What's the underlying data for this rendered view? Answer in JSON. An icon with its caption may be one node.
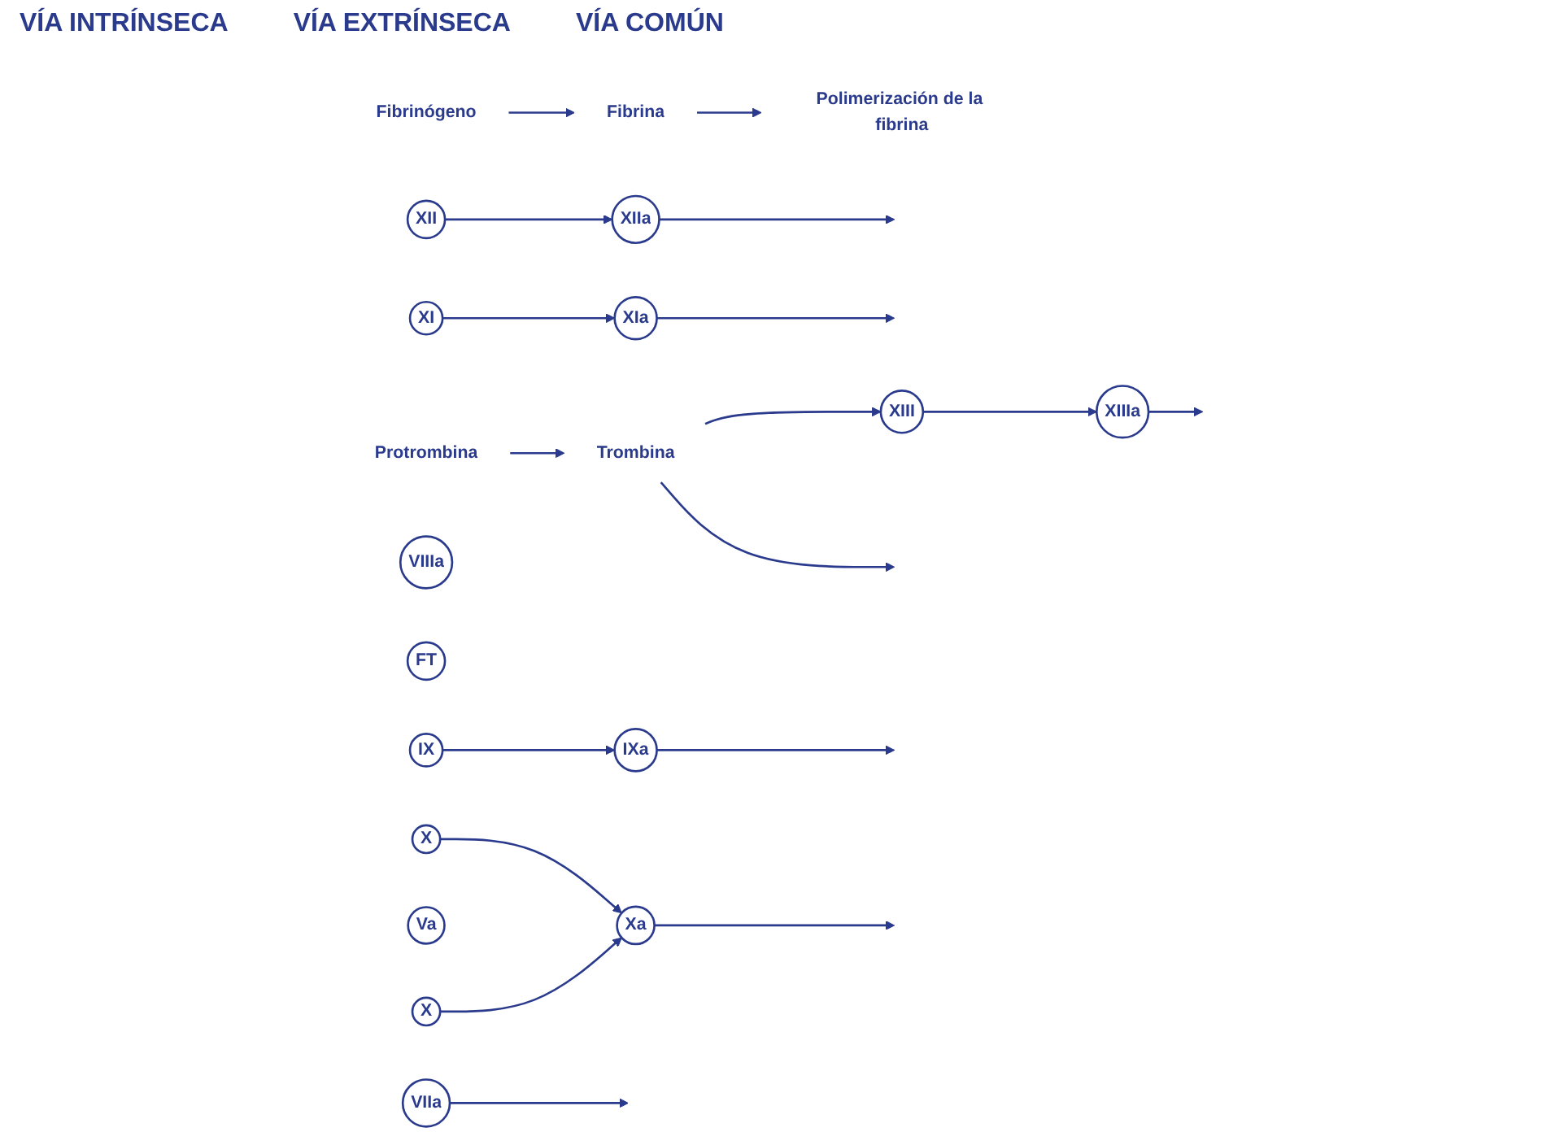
{
  "diagram": {
    "nodes": [
      {
        "text": [
          "XII"
        ]
      },
      {
        "text": [
          "XIIa"
        ]
      },
      {
        "text": [
          "XI"
        ]
      },
      {
        "text": [
          "XIa"
        ]
      },
      {
        "text": [
          "IX"
        ]
      },
      {
        "text": [
          "IXa"
        ]
      },
      {
        "text": [
          "VIIa"
        ]
      },
      {
        "text": [
          "VIIIa"
        ]
      },
      {
        "text": [
          "FT"
        ]
      },
      {
        "text": [
          "X"
        ]
      },
      {
        "text": [
          "Xa"
        ]
      },
      {
        "text": [
          "X"
        ]
      },
      {
        "text": [
          "Va"
        ]
      },
      {
        "text": [
          "Protrombina"
        ]
      },
      {
        "text": [
          "Trombina"
        ]
      },
      {
        "text": [
          "XIII"
        ]
      },
      {
        "text": [
          "Fibrinógeno"
        ]
      },
      {
        "text": [
          "Fibrina"
        ]
      },
      {
        "text": [
          "XIIIa"
        ]
      },
      {
        "text": [
          "Polimerización de la fibrina"
        ]
      }
    ],
    "edges": [
      {
        "from": 0,
        "to": 1,
        "arrow": "to"
      },
      {
        "from": 1,
        "to": null,
        "arrow": "to"
      },
      {
        "from": 2,
        "to": 3,
        "arrow": "to"
      },
      {
        "from": 3,
        "to": null,
        "arrow": "to"
      },
      {
        "from": 4,
        "to": 5,
        "arrow": "to"
      },
      {
        "from": 5,
        "to": null,
        "arrow": "to"
      },
      {
        "from": 6,
        "to": null,
        "arrow": "to"
      },
      {
        "from": 9,
        "to": 10,
        "arrow": "to"
      },
      {
        "from": 11,
        "to": 10,
        "arrow": "to"
      },
      {
        "from": 10,
        "to": null,
        "arrow": "to"
      },
      {
        "from": 13,
        "to": 14,
        "arrow": "to"
      },
      {
        "from": 14,
        "to": 15,
        "arrow": "to"
      },
      {
        "from": 14,
        "to": null,
        "arrow": "to"
      },
      {
        "from": 15,
        "to": 18,
        "arrow": "to"
      },
      {
        "from": 16,
        "to": 17,
        "arrow": "to"
      },
      {
        "from": 18,
        "to": null,
        "arrow": "to"
      },
      {
        "from": 17,
        "to": 19,
        "arrow": "to"
      }
    ],
    "labels": [
      "VÍA INTRÍNSECA",
      "VÍA EXTRÍNSECA",
      "VÍA COMÚN"
    ]
  }
}
